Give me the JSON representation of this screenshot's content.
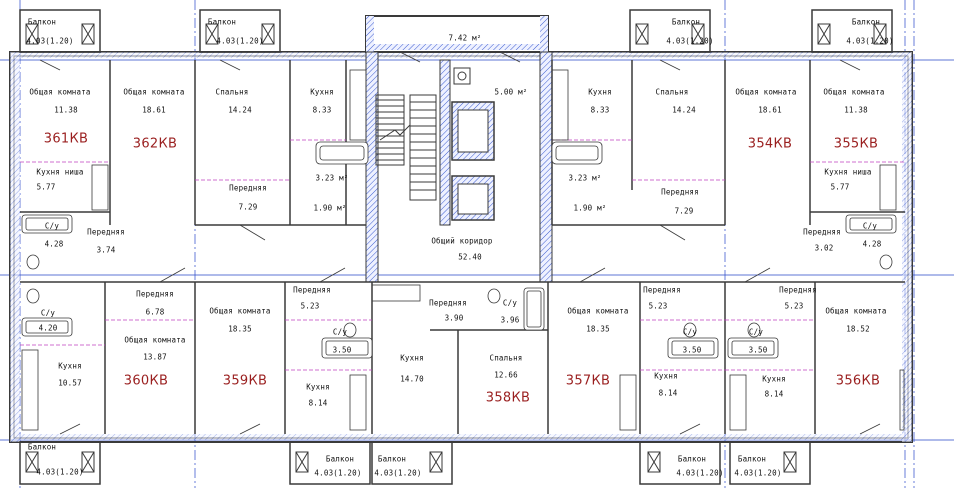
{
  "plan": {
    "corridor": {
      "label": "Общий коридор",
      "area": "52.40"
    },
    "loggia": {
      "area": "7.42 м²"
    },
    "elevator_hall": {
      "area": "5.00 м²"
    },
    "apartments": [
      {
        "id": "361KB",
        "label": "361КВ"
      },
      {
        "id": "362KB",
        "label": "362КВ"
      },
      {
        "id": "354KB",
        "label": "354КВ"
      },
      {
        "id": "355KB",
        "label": "355КВ"
      },
      {
        "id": "360KB",
        "label": "360КВ"
      },
      {
        "id": "359KB",
        "label": "359КВ"
      },
      {
        "id": "358KB",
        "label": "358КВ"
      },
      {
        "id": "357KB",
        "label": "357КВ"
      },
      {
        "id": "356KB",
        "label": "356КВ"
      }
    ],
    "balcony": {
      "label": "Балкон",
      "area": "4.03(1.20)"
    },
    "rooms": {
      "r1_name": "Общая комната",
      "r1_area": "11.38",
      "r2_name": "Общая комната",
      "r2_area": "18.61",
      "r3_name": "Спальня",
      "r3_area": "14.24",
      "r4_name": "Кухня",
      "r4_area": "8.33",
      "r5_name": "Кухня ниша",
      "r5_area": "5.77",
      "r6_name": "Передняя",
      "r6_area": "7.29",
      "r7_name": "С/у",
      "r7_area": "4.28",
      "r8_name": "Передняя",
      "r8_area": "3.74",
      "r9_area": "3.23 м²",
      "r10_area": "1.90 м²",
      "r11_name": "Кухня",
      "r11_area": "8.33",
      "r12_name": "Спальня",
      "r12_area": "14.24",
      "r13_name": "Общая комната",
      "r13_area": "18.61",
      "r14_name": "Общая комната",
      "r14_area": "11.38",
      "r15_name": "Кухня ниша",
      "r15_area": "5.77",
      "r16_name": "Передняя",
      "r16_area": "7.29",
      "r17_area": "3.23 м²",
      "r18_area": "1.90 м²",
      "r19_name": "С/у",
      "r19_area": "4.28",
      "r20_name": "Передняя",
      "r20_area": "3.02",
      "b1_name": "Передняя",
      "b1_area": "6.78",
      "b2_name": "С/у",
      "b2_area": "4.20",
      "b3_name": "Общая комната",
      "b3_area": "13.87",
      "b4_name": "Кухня",
      "b4_area": "10.57",
      "b5_name": "Общая комната",
      "b5_area": "18.35",
      "b6_name": "Передняя",
      "b6_area": "5.23",
      "b7_name": "С/у",
      "b7_area": "3.50",
      "b8_name": "Кухня",
      "b8_area": "8.14",
      "b9_name": "Передняя",
      "b9_area": "3.90",
      "b10_name": "С/у",
      "b10_area": "3.96",
      "b11_name": "Кухня",
      "b11_area": "14.70",
      "b12_name": "Спальня",
      "b12_area": "12.66",
      "b13_name": "Общая комната",
      "b13_area": "18.35",
      "b14_name": "Передняя",
      "b14_area": "5.23",
      "b15_name": "С/у",
      "b15_area": "3.50",
      "b16_name": "Кухня",
      "b16_area": "8.14",
      "b17_name": "Передняя",
      "b17_area": "5.23",
      "b18_name": "С/у",
      "b18_area": "3.50",
      "b19_name": "Кухня",
      "b19_area": "8.14",
      "b20_name": "Общая комната",
      "b20_area": "18.52"
    }
  },
  "colors": {
    "wall": "#3a3a3a",
    "hatch": "#3b5bd0",
    "grid": "#2848c8",
    "partition": "#c040c0",
    "apartment_label": "#9a1f1f"
  }
}
